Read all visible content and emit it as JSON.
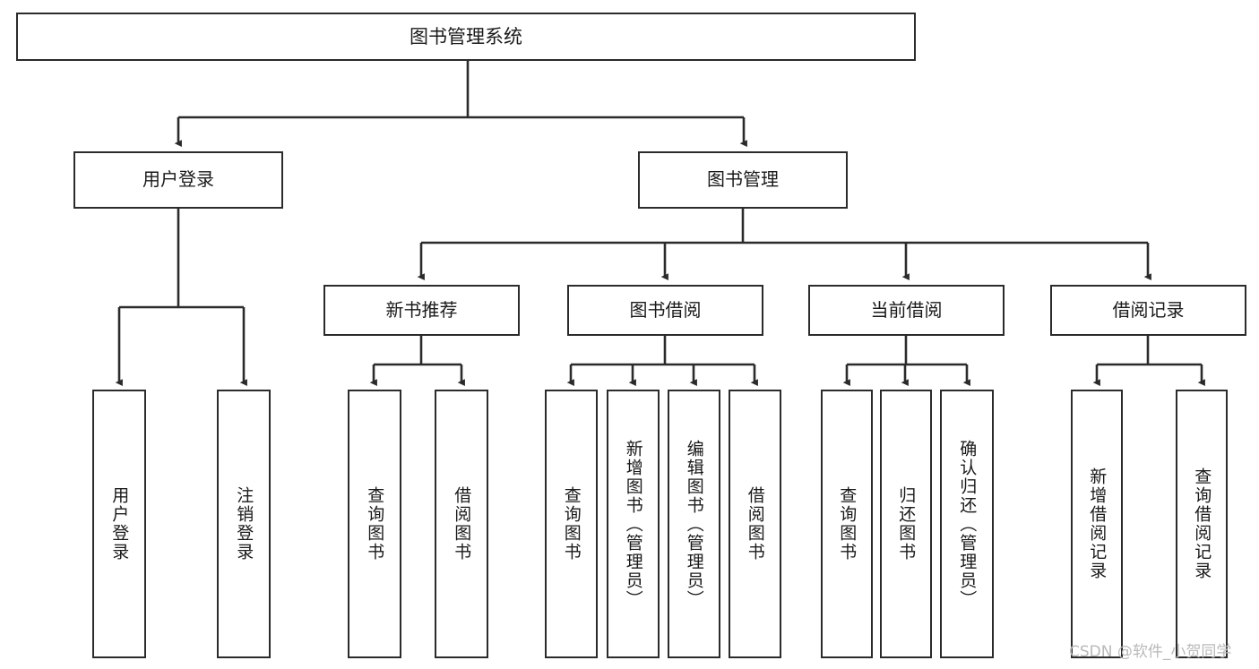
{
  "diagram": {
    "type": "tree",
    "title": "图书管理系统",
    "watermark": "CSDN @软件_小贺同学",
    "colors": {
      "stroke": "#2b2b2b",
      "fill": "#ffffff",
      "text": "#1a1a1a",
      "watermark": "#b9b9b9"
    }
  },
  "nodes": {
    "root": {
      "label": "图书管理系统"
    },
    "level2": [
      {
        "id": "user-login",
        "label": "用户登录"
      },
      {
        "id": "book-manage",
        "label": "图书管理"
      }
    ],
    "level3": [
      {
        "id": "new-book-recommend",
        "label": "新书推荐"
      },
      {
        "id": "book-borrow",
        "label": "图书借阅"
      },
      {
        "id": "current-borrow",
        "label": "当前借阅"
      },
      {
        "id": "borrow-record",
        "label": "借阅记录"
      }
    ],
    "leaves": {
      "user-login": [
        {
          "id": "leaf-user-login",
          "label": "用户登录"
        },
        {
          "id": "leaf-user-logout",
          "label": "注销登录"
        }
      ],
      "new-book-recommend": [
        {
          "id": "leaf-query-book-1",
          "label": "查询图书"
        },
        {
          "id": "leaf-borrow-book-1",
          "label": "借阅图书"
        }
      ],
      "book-borrow": [
        {
          "id": "leaf-query-book-2",
          "label": "查询图书"
        },
        {
          "id": "leaf-add-book",
          "label": "新增图书（管理员）"
        },
        {
          "id": "leaf-edit-book",
          "label": "编辑图书（管理员）"
        },
        {
          "id": "leaf-borrow-book-2",
          "label": "借阅图书"
        }
      ],
      "current-borrow": [
        {
          "id": "leaf-query-book-3",
          "label": "查询图书"
        },
        {
          "id": "leaf-return-book",
          "label": "归还图书"
        },
        {
          "id": "leaf-confirm-return",
          "label": "确认归还（管理员）"
        }
      ],
      "borrow-record": [
        {
          "id": "leaf-add-record",
          "label": "新增借阅记录"
        },
        {
          "id": "leaf-query-record",
          "label": "查询借阅记录"
        }
      ]
    }
  }
}
